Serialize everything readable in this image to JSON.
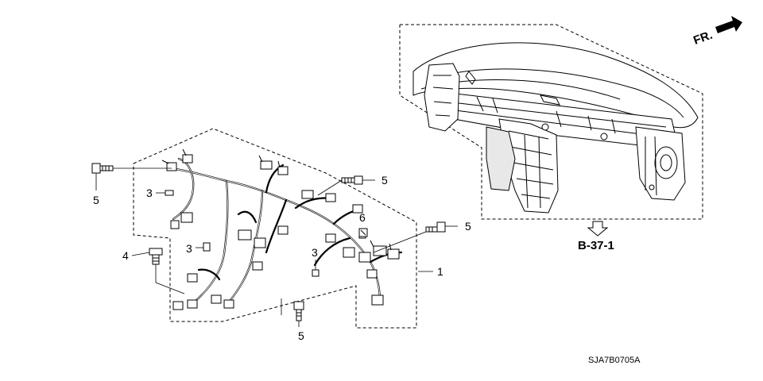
{
  "diagram": {
    "direction_label": "FR.",
    "reference_label": "B-37-1",
    "drawing_code": "SJA7B0705A",
    "callouts": [
      {
        "id": "c5a",
        "text": "5"
      },
      {
        "id": "c3a",
        "text": "3"
      },
      {
        "id": "c5b",
        "text": "5"
      },
      {
        "id": "c6",
        "text": "6"
      },
      {
        "id": "c5c",
        "text": "5"
      },
      {
        "id": "c4",
        "text": "4"
      },
      {
        "id": "c3b",
        "text": "3"
      },
      {
        "id": "c3c",
        "text": "3"
      },
      {
        "id": "c1",
        "text": "1"
      },
      {
        "id": "c5d",
        "text": "5"
      }
    ]
  }
}
